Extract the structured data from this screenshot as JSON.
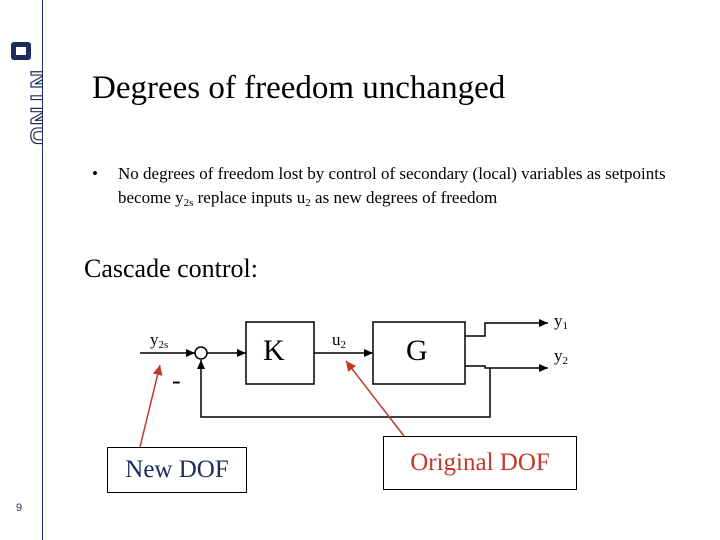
{
  "slide": {
    "title": "Degrees of freedom unchanged",
    "bullet": {
      "part1": "No degrees of freedom lost by control of secondary (local) variables as setpoints become y",
      "part1_sub": "2s",
      "part2": " replace inputs u",
      "part2_sub": "2",
      "part3": " as new degrees of freedom"
    },
    "subtitle": "Cascade control:",
    "page_number": "9",
    "logo_text": "NTNU"
  },
  "diagram": {
    "setpoint_label": "y",
    "setpoint_sub": "2s",
    "minus_sign": "-",
    "controller_label": "K",
    "input_label": "u",
    "input_sub": "2",
    "plant_label": "G",
    "output1_label": "y",
    "output1_sub": "1",
    "output2_label": "y",
    "output2_sub": "2",
    "new_dof_label": "New DOF",
    "original_dof_label": "Original DOF",
    "line_color": "#000000",
    "arrow_color": "#c0392b",
    "new_dof_color": "#1d2a5c"
  }
}
